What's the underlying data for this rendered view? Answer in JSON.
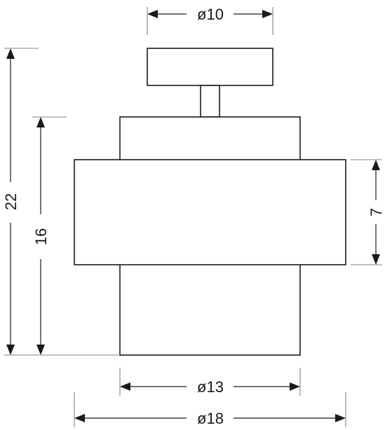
{
  "dimensions": {
    "top_width": "ø10",
    "total_height": "22",
    "body_height": "16",
    "shade_height": "7",
    "inner_width": "ø13",
    "outer_width": "ø18"
  }
}
